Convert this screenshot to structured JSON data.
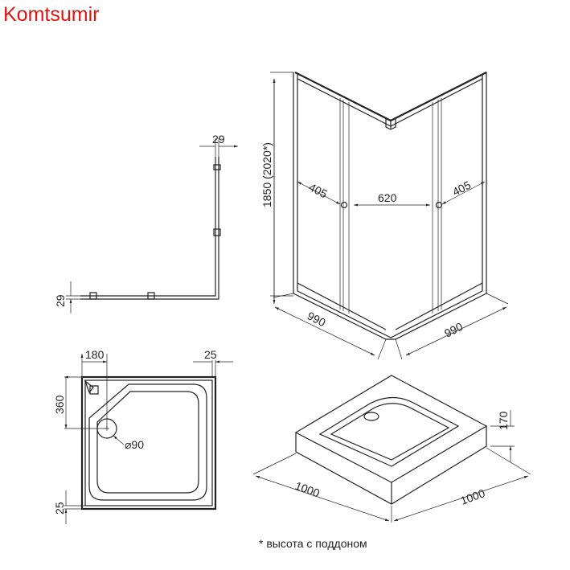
{
  "brand": "Komtsumir",
  "cabin_view": {
    "height": "1850 (2020*)",
    "door_left_width": "405",
    "door_opening": "620",
    "door_right_width": "405",
    "side_left": "990",
    "side_right": "990"
  },
  "top_view": {
    "profile_top": "29",
    "profile_left": "29"
  },
  "tray_plan": {
    "corner_x": "180",
    "corner_y": "360",
    "offset_right": "25",
    "offset_bottom": "25",
    "drain": "⌀90"
  },
  "tray_view": {
    "height": "170",
    "side_left": "1000",
    "side_right": "1000"
  },
  "footnote": "* высота с поддоном"
}
